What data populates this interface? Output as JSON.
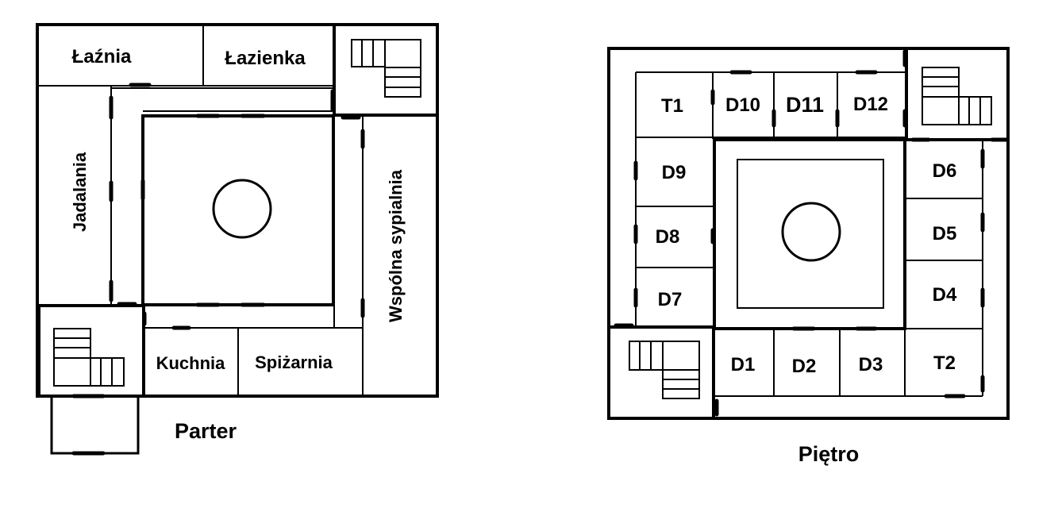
{
  "ground_floor": {
    "caption": "Parter",
    "rooms": {
      "laznia": "Łaźnia",
      "lazienka": "Łazienka",
      "jadalania": "Jadalania",
      "wspolna": "Wspólna sypialnia",
      "kuchnia": "Kuchnia",
      "spizarnia": "Spiżarnia"
    }
  },
  "upper_floor": {
    "caption": "Piętro",
    "rooms": {
      "t1": "T1",
      "t2": "T2",
      "d1": "D1",
      "d2": "D2",
      "d3": "D3",
      "d4": "D4",
      "d5": "D5",
      "d6": "D6",
      "d7": "D7",
      "d8": "D8",
      "d9": "D9",
      "d10": "D10",
      "d11": "D11",
      "d12": "D12"
    }
  },
  "colors": {
    "wall": "#000000",
    "background": "#ffffff"
  }
}
